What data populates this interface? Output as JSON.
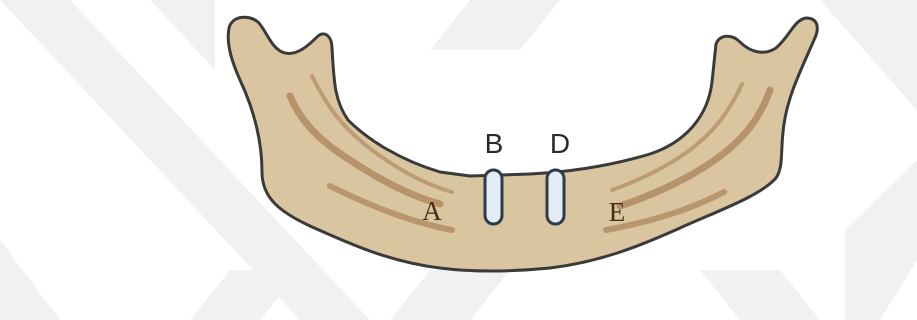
{
  "diagram": {
    "labels": {
      "a": "A",
      "b": "B",
      "d": "D",
      "e": "E"
    },
    "colors": {
      "bone_fill": "#d9c6a0",
      "bone_outline": "#3a3a3a",
      "canal": "#b08a62",
      "implant_fill": "#e3ecf5",
      "implant_outline": "#2d3b4c",
      "watermark": "#f1f1f1"
    }
  }
}
